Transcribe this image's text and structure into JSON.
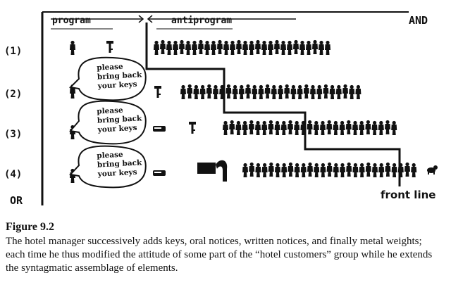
{
  "header": {
    "program": "program",
    "antiprogram": "antiprogram",
    "and_label": "AND",
    "or_label": "OR"
  },
  "rows": [
    {
      "label": "(1)",
      "crowd_count": 28
    },
    {
      "label": "(2)",
      "crowd_count": 28,
      "bubble": "please\nbring back\nyour keys"
    },
    {
      "label": "(3)",
      "crowd_count": 27,
      "bubble": "please\nbring back\nyour keys"
    },
    {
      "label": "(4)",
      "crowd_count": 27,
      "bubble": "please\nbring back\nyour keys"
    }
  ],
  "front_line_label": "front line",
  "caption": {
    "title": "Figure 9.2",
    "text": "The hotel manager successively adds keys, oral notices, written notices, and finally metal weights; each time he thus modified the attitude of some part of the “hotel customers” group while he extends the syntagmatic assemblage of elements."
  }
}
